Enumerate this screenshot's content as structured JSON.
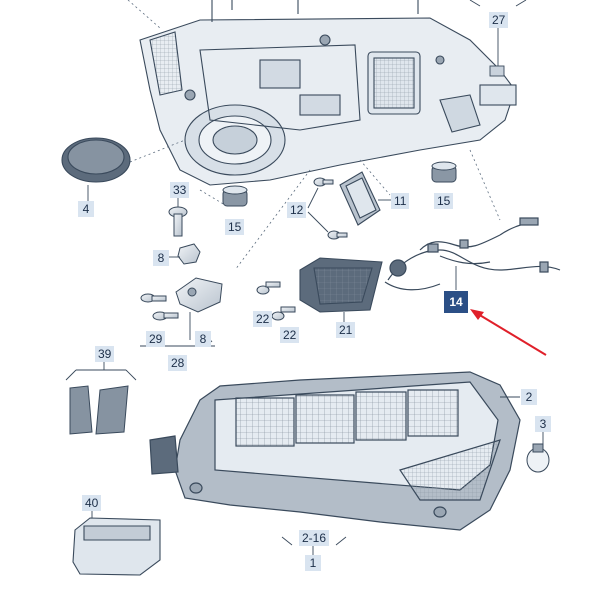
{
  "diagram": {
    "callouts": [
      {
        "id": "c27",
        "label": "27"
      },
      {
        "id": "c4",
        "label": "4"
      },
      {
        "id": "c33",
        "label": "33"
      },
      {
        "id": "c15a",
        "label": "15"
      },
      {
        "id": "c15b",
        "label": "15"
      },
      {
        "id": "c11",
        "label": "11"
      },
      {
        "id": "c12",
        "label": "12"
      },
      {
        "id": "c8a",
        "label": "8"
      },
      {
        "id": "c14",
        "label": "14",
        "highlight": true
      },
      {
        "id": "c22a",
        "label": "22"
      },
      {
        "id": "c22b",
        "label": "22"
      },
      {
        "id": "c21",
        "label": "21"
      },
      {
        "id": "c29",
        "label": "29"
      },
      {
        "id": "c8b",
        "label": "8"
      },
      {
        "id": "c28",
        "label": "28"
      },
      {
        "id": "c39",
        "label": "39"
      },
      {
        "id": "c2",
        "label": "2"
      },
      {
        "id": "c3",
        "label": "3"
      },
      {
        "id": "c40",
        "label": "40"
      },
      {
        "id": "c216",
        "label": "2-16"
      },
      {
        "id": "c1",
        "label": "1"
      }
    ],
    "colors": {
      "line": "#3a4a5c",
      "part_fill": "#e6ecf2",
      "part_dark": "#5c6b7c",
      "label_bg": "#d9e4f0",
      "highlight_bg": "#2b4f86",
      "arrow": "#e0202a"
    }
  }
}
